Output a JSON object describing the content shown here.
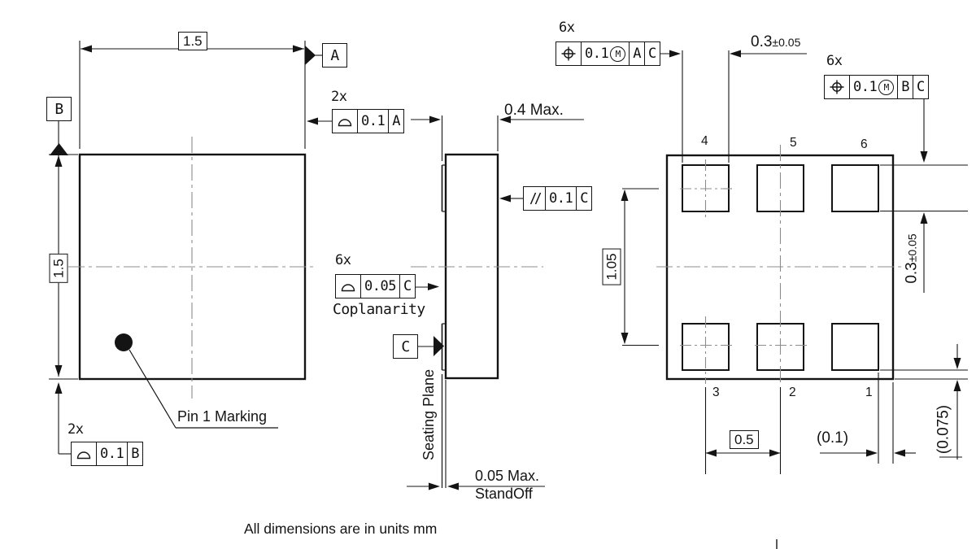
{
  "note": "All dimensions are in units mm",
  "top_view": {
    "dim_width": "1.5",
    "dim_height": "1.5",
    "datum_a": "A",
    "datum_b": "B",
    "fcf_side_edges": {
      "qty": "2x",
      "symbol": "profile-of-a-surface",
      "tolerance": "0.1",
      "datum": "A"
    },
    "fcf_top_bottom_edges": {
      "qty": "2x",
      "symbol": "profile-of-a-surface",
      "tolerance": "0.1",
      "datum": "B"
    },
    "pin1_label": "Pin 1 Marking"
  },
  "side_view": {
    "dim_thickness": "0.4 Max.",
    "fcf_parallelism": {
      "symbol": "parallelism",
      "tolerance": "0.1",
      "datum": "C"
    },
    "fcf_coplanarity": {
      "qty": "6x",
      "symbol": "profile-of-a-surface",
      "tolerance": "0.05",
      "datum": "C",
      "caption": "Coplanarity"
    },
    "datum_c": "C",
    "seating_plane_label": "Seating Plane",
    "standoff_value": "0.05 Max.",
    "standoff_label": "StandOff"
  },
  "bottom_view": {
    "pad_numbers_top": [
      "4",
      "5",
      "6"
    ],
    "pad_numbers_bottom": [
      "3",
      "2",
      "1"
    ],
    "fcf_position_ac": {
      "qty": "6x",
      "symbol": "true-position",
      "tolerance": "0.1",
      "modifier": "M",
      "datum1": "A",
      "datum2": "C"
    },
    "fcf_position_bc": {
      "qty": "6x",
      "symbol": "true-position",
      "tolerance": "0.1",
      "modifier": "M",
      "datum1": "B",
      "datum2": "C"
    },
    "dim_pad_width": {
      "value": "0.3",
      "tolerance": "±0.05"
    },
    "dim_pad_height": {
      "value": "0.3",
      "tolerance": "±0.05"
    },
    "dim_row_pitch": "1.05",
    "dim_pad_pitch": "0.5",
    "dim_edge_gap": "(0.1)",
    "dim_pad_to_edge": "(0.075)"
  }
}
